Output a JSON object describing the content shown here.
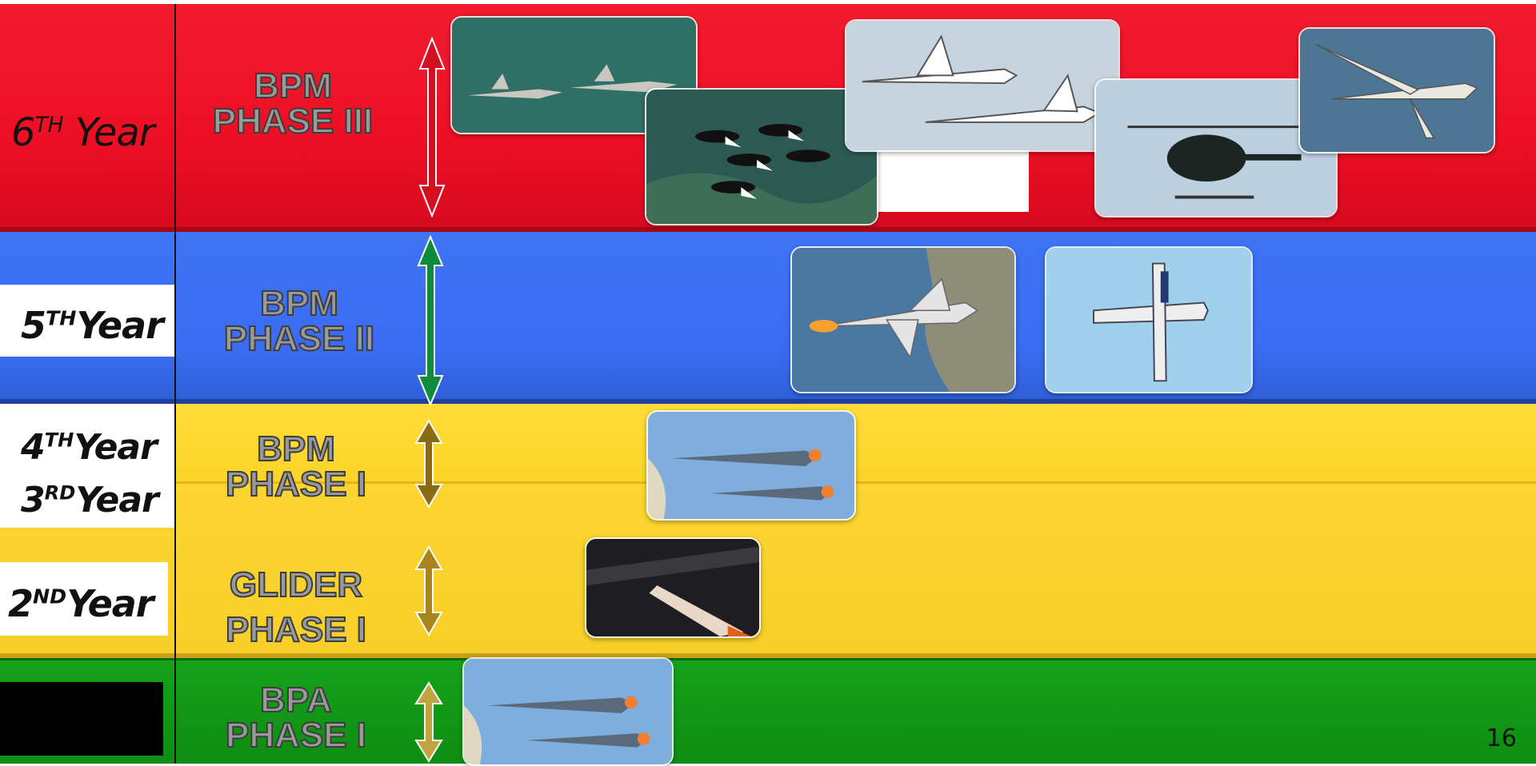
{
  "rows": [
    {
      "id": "year6",
      "year_num": "6",
      "year_sup": "TH",
      "year_word": " Year",
      "phase_line1": "BPM",
      "phase_line2": "PHASE III",
      "band_color": "#ed0f24",
      "arrow_color": "#d4101e"
    },
    {
      "id": "year5",
      "year_num": "5",
      "year_sup": "TH",
      "year_word": "Year",
      "phase_line1": "BPM",
      "phase_line2": "PHASE II",
      "band_color": "#3a6cf3",
      "arrow_color": "#0e8c3c"
    },
    {
      "id": "year4",
      "year_num": "4",
      "year_sup": "TH",
      "year_word": "Year",
      "phase_line1": "BPM",
      "phase_line2": "PHASE I",
      "band_color": "#fbd428",
      "arrow_color": "#8a6a12"
    },
    {
      "id": "year3",
      "year_num": "3",
      "year_sup": "RD",
      "year_word": "Year"
    },
    {
      "id": "year2",
      "year_num": "2",
      "year_sup": "ND",
      "year_word": "Year",
      "phase_line1": "GLIDER",
      "phase_line2": "PHASE I",
      "band_color": "#f8cf28",
      "arrow_color": "#8a6a12"
    },
    {
      "id": "year1",
      "phase_line1": "BPA",
      "phase_line2": "PHASE I",
      "band_color": "#0e8d12",
      "arrow_color": "#b89a30"
    }
  ],
  "photos": [
    {
      "id": "formation-jets-photo",
      "icon": "jet-pair-icon"
    },
    {
      "id": "aerobatic-team-photo",
      "icon": "jet-formation-icon"
    },
    {
      "id": "business-aircraft-photo",
      "icon": "turboprop-pair-icon"
    },
    {
      "id": "helicopter-photo",
      "icon": "helicopter-icon"
    },
    {
      "id": "uav-drone-photo",
      "icon": "drone-icon"
    },
    {
      "id": "f16-fighter-photo",
      "icon": "fighter-jet-icon"
    },
    {
      "id": "trainer-prop-photo",
      "icon": "trainer-plane-icon"
    },
    {
      "id": "trainer-pair-photo",
      "icon": "trainer-pair-icon"
    },
    {
      "id": "glider-photo",
      "icon": "glider-icon"
    },
    {
      "id": "trainer-pair-photo-2",
      "icon": "trainer-pair-icon"
    }
  ],
  "slide_number": "16"
}
